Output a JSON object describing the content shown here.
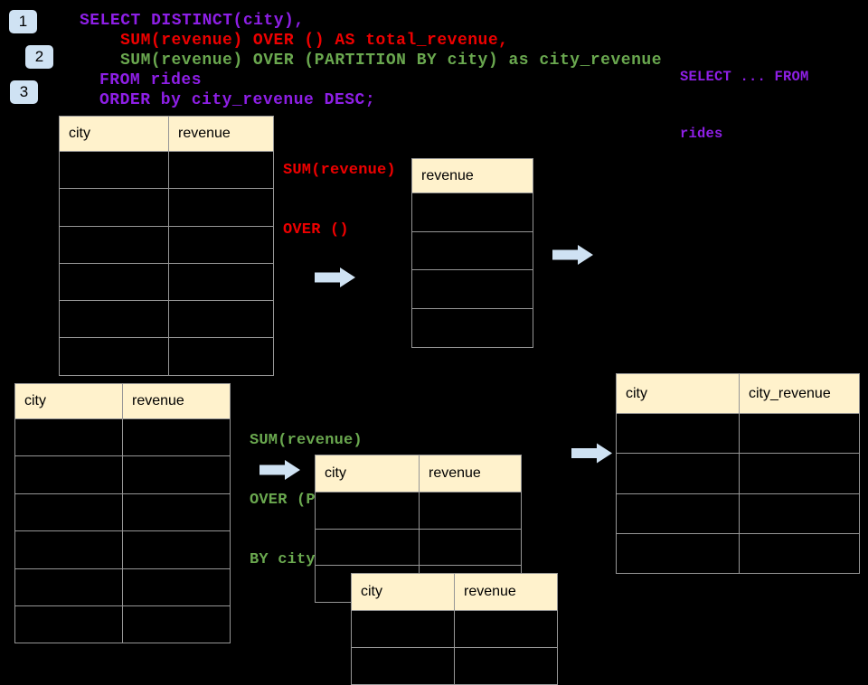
{
  "colors": {
    "background": "#000000",
    "sql_purple": "#8E1FE6",
    "sql_red": "#EE0000",
    "sql_green": "#6AA84F",
    "table_header_bg": "#FFF2CC",
    "table_border": "#969696",
    "accent_blue": "#CFE2F3",
    "text_black": "#000000"
  },
  "step_badges": [
    {
      "label": "1"
    },
    {
      "label": "2"
    },
    {
      "label": "3"
    }
  ],
  "sql_query": {
    "lines": [
      "SELECT DISTINCT(city),",
      "SUM(revenue) OVER () AS total_revenue,",
      "SUM(revenue) OVER (PARTITION BY city) as city_revenue",
      "FROM rides",
      "ORDER by city_revenue DESC;"
    ]
  },
  "sql_snippet_right": {
    "line1": "SELECT ... FROM",
    "line2": "rides"
  },
  "annotation_total": {
    "line1": "SUM(revenue)",
    "line2": "OVER ()"
  },
  "annotation_partition": {
    "line1": "SUM(revenue)",
    "line2": "OVER (PARTITION",
    "line3": "BY city)"
  },
  "tables": {
    "source_top": {
      "headers": [
        "city",
        "revenue"
      ],
      "empty_rows": 6
    },
    "total_revenue_result": {
      "headers": [
        "revenue"
      ],
      "empty_rows": 4
    },
    "source_bottom": {
      "headers": [
        "city",
        "revenue"
      ],
      "empty_rows": 6
    },
    "partition_step": {
      "headers": [
        "city",
        "revenue"
      ],
      "empty_rows": 3
    },
    "partition_step_overlay": {
      "headers": [
        "city",
        "revenue"
      ],
      "empty_rows": 2
    },
    "final_result": {
      "headers": [
        "city",
        "city_revenue"
      ],
      "empty_rows": 4
    }
  }
}
